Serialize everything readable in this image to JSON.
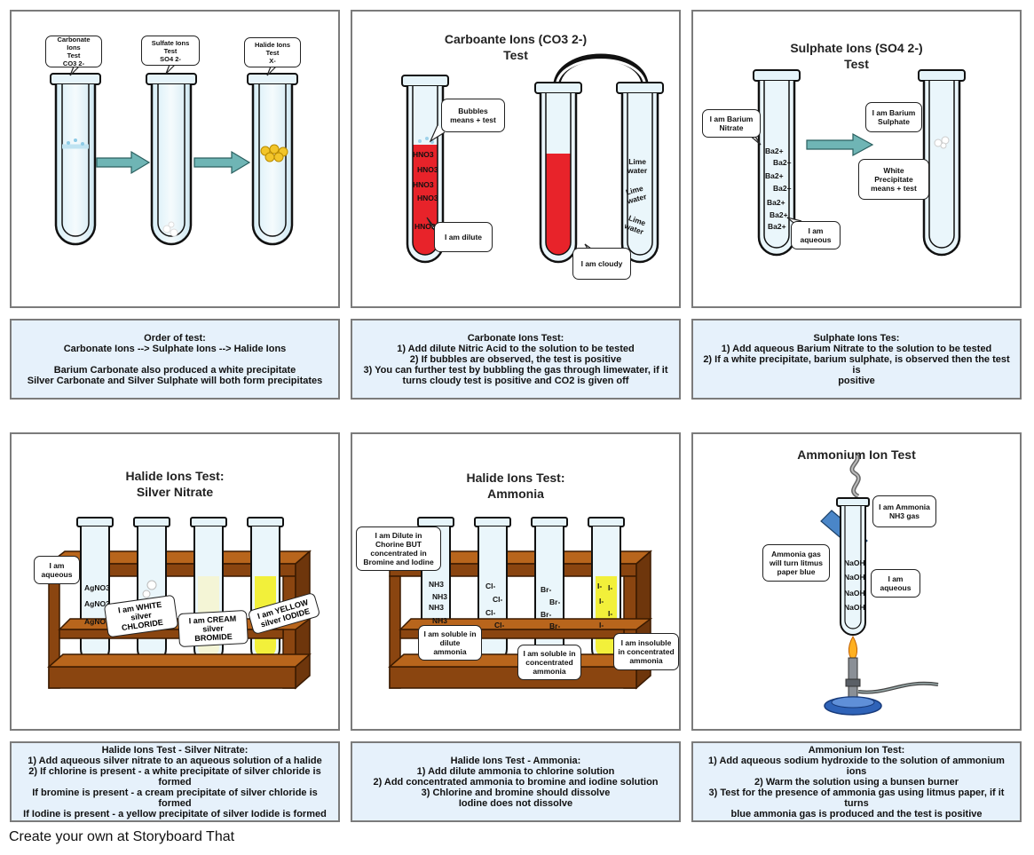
{
  "panels": [
    {
      "bubbles": [
        "Carbonate Ions\nTest\nCO3 2-",
        "Sulfate Ions Test\nSO4 2-",
        "Halide Ions Test\nX-"
      ],
      "caption": "Order of test:\nCarbonate Ions --> Sulphate Ions --> Halide Ions\n\nBarium Carbonate also produced a white precipitate\nSilver Carbonate and Silver Sulphate will both form precipitates"
    },
    {
      "title": "Carboante Ions (CO3 2-)\nTest",
      "bubbles": [
        "Bubbles\nmeans + test",
        "I am dilute",
        "I am cloudy"
      ],
      "acid_labels": [
        "HNO3",
        "HNO3",
        "HNO3",
        "HNO3",
        "HNO3"
      ],
      "water_labels": [
        "Lime\nwater",
        "Lime\nwater",
        "Lime\nwater"
      ],
      "caption": "Carbonate Ions Test:\n1) Add dilute Nitric Acid to the solution to be tested\n2) If bubbles are observed, the test is positive\n3) You can further test by bubbling the gas through limewater, if it\nturns cloudy test is positive and CO2 is given off"
    },
    {
      "title": "Sulphate Ions (SO4 2-)\nTest",
      "bubbles": [
        "I am Barium\nNitrate",
        "I am Barium\nSulphate",
        "White\nPrecipitate\nmeans + test",
        "I am\naqueous"
      ],
      "ion_labels": [
        "Ba2+",
        "Ba2+",
        "Ba2+",
        "Ba2+",
        "Ba2+",
        "Ba2+",
        "Ba2+"
      ],
      "caption": "Sulphate Ions Tes:\n1) Add aqueous Barium Nitrate to the solution to be tested\n2) If a white precipitate, barium sulphate, is observed then the test is\npositive"
    },
    {
      "title": "Halide Ions Test:\nSilver Nitrate",
      "bubbles": [
        "I am\naqueous"
      ],
      "tags": [
        "I am WHITE\nsilver CHLORIDE",
        "I am CREAM\nsilver BROMIDE",
        "I am YELLOW\nsilver IODIDE"
      ],
      "reagent_labels": [
        "AgNO3",
        "AgNO3",
        "AgNO3"
      ],
      "caption": "Halide Ions Test - Silver Nitrate:\n1) Add aqueous silver nitrate to an aqueous solution of a halide\n2) If chlorine is present - a white precipitate of silver chloride is formed\nIf bromine is present - a cream precipitate of silver chloride is formed\nIf Iodine is present - a yellow precipitate of silver Iodide is formed"
    },
    {
      "title": "Halide Ions Test:\nAmmonia",
      "bubbles": [
        "I am Dilute in\nChorine BUT\nconcentrated in\nBromine and Iodine",
        "I am soluble in\ndilute\nammonia",
        "I am soluble in\nconcentrated\nammonia",
        "I am insoluble\nin concentrated\nammonia"
      ],
      "nh3_labels": [
        "NH3",
        "NH3",
        "NH3",
        "NH3"
      ],
      "cl_labels": [
        "Cl-",
        "Cl-",
        "Cl-",
        "Cl-"
      ],
      "br_labels": [
        "Br-",
        "Br-",
        "Br-",
        "Br-"
      ],
      "i_labels": [
        "I-",
        "I-",
        "I-",
        "I-",
        "I-"
      ],
      "caption": "Halide Ions Test - Ammonia:\n1) Add dilute ammonia to chlorine solution\n2) Add concentrated ammonia to bromine and iodine solution\n3) Chlorine and bromine should dissolve\nIodine does not dissolve"
    },
    {
      "title": "Ammonium Ion Test",
      "bubbles": [
        "I am Ammonia\nNH3 gas",
        "Ammonia gas\nwill turn litmus\npaper blue",
        "I am\naqueous"
      ],
      "naoh_labels": [
        "NaOH",
        "NaOH",
        "NaOH",
        "NaOH"
      ],
      "caption": "Ammonium Ion Test:\n1) Add aqueous sodium hydroxide to the solution of ammonium ions\n2) Warm the solution using a bunsen burner\n3) Test for the presence of ammonia gas using litmus paper, if it turns\nblue ammonia gas is produced and the test is positive"
    }
  ],
  "footer": "Create your own at Storyboard That",
  "colors": {
    "caption_bg": "#e6f1fb",
    "acid_red": "#e8232a",
    "tube_blue": "#e3f3fa",
    "rack_brown": "#8a4510",
    "yellow": "#f2f03a",
    "litmus_blue": "#4a86c8",
    "burner_blue": "#2f63b8"
  },
  "icons": [
    "test-tube-icon",
    "arrow-icon",
    "test-tube-rack-icon",
    "bunsen-burner-icon",
    "litmus-paper-icon",
    "gas-smoke-icon"
  ]
}
